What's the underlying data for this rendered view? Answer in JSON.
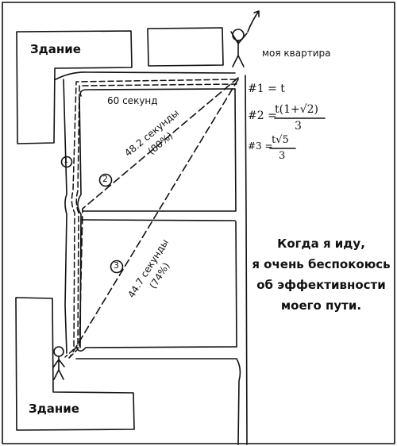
{
  "labels": {
    "building_top": "Здание",
    "building_bottom": "Здание",
    "apartment": "моя квартира",
    "route1_time": "60 секунд",
    "route2_time": "48.2 секунды",
    "route2_percent": "(80%)",
    "route3_time": "44.7 секунды",
    "route3_percent": "(74%)",
    "route1_marker": "1",
    "route2_marker": "2",
    "route3_marker": "3"
  },
  "formulas": {
    "f1": "#1 = t",
    "f2_lead": "#2 =",
    "f2_num": "t(1+√2)",
    "f2_den": "3",
    "f3_lead": "#3 =",
    "f3_num": "t√5",
    "f3_den": "3"
  },
  "caption": [
    "Когда я иду,",
    "я очень беспокоюсь",
    "об эффективности",
    "моего пути."
  ],
  "colors": {
    "ink": "#111111",
    "paper": "#ffffff"
  }
}
